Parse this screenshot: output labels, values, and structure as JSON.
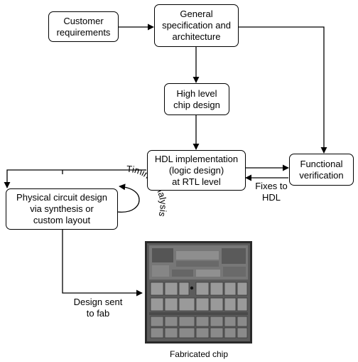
{
  "boxes": {
    "customer": "Customer\nrequirements",
    "spec": "General\nspecification and\narchitecture",
    "highlevel": "High level\nchip design",
    "hdl": "HDL implementation\n(logic design)\nat RTL level",
    "functional": "Functional\nverification",
    "physical": "Physical circuit design\nvia synthesis or\ncustom layout"
  },
  "labels": {
    "fixes": "Fixes to\nHDL",
    "timing": "Timing analysis",
    "design_sent": "Design sent\nto fab",
    "fabricated": "Fabricated chip"
  },
  "image": {
    "subject": "chip-die-photo"
  }
}
